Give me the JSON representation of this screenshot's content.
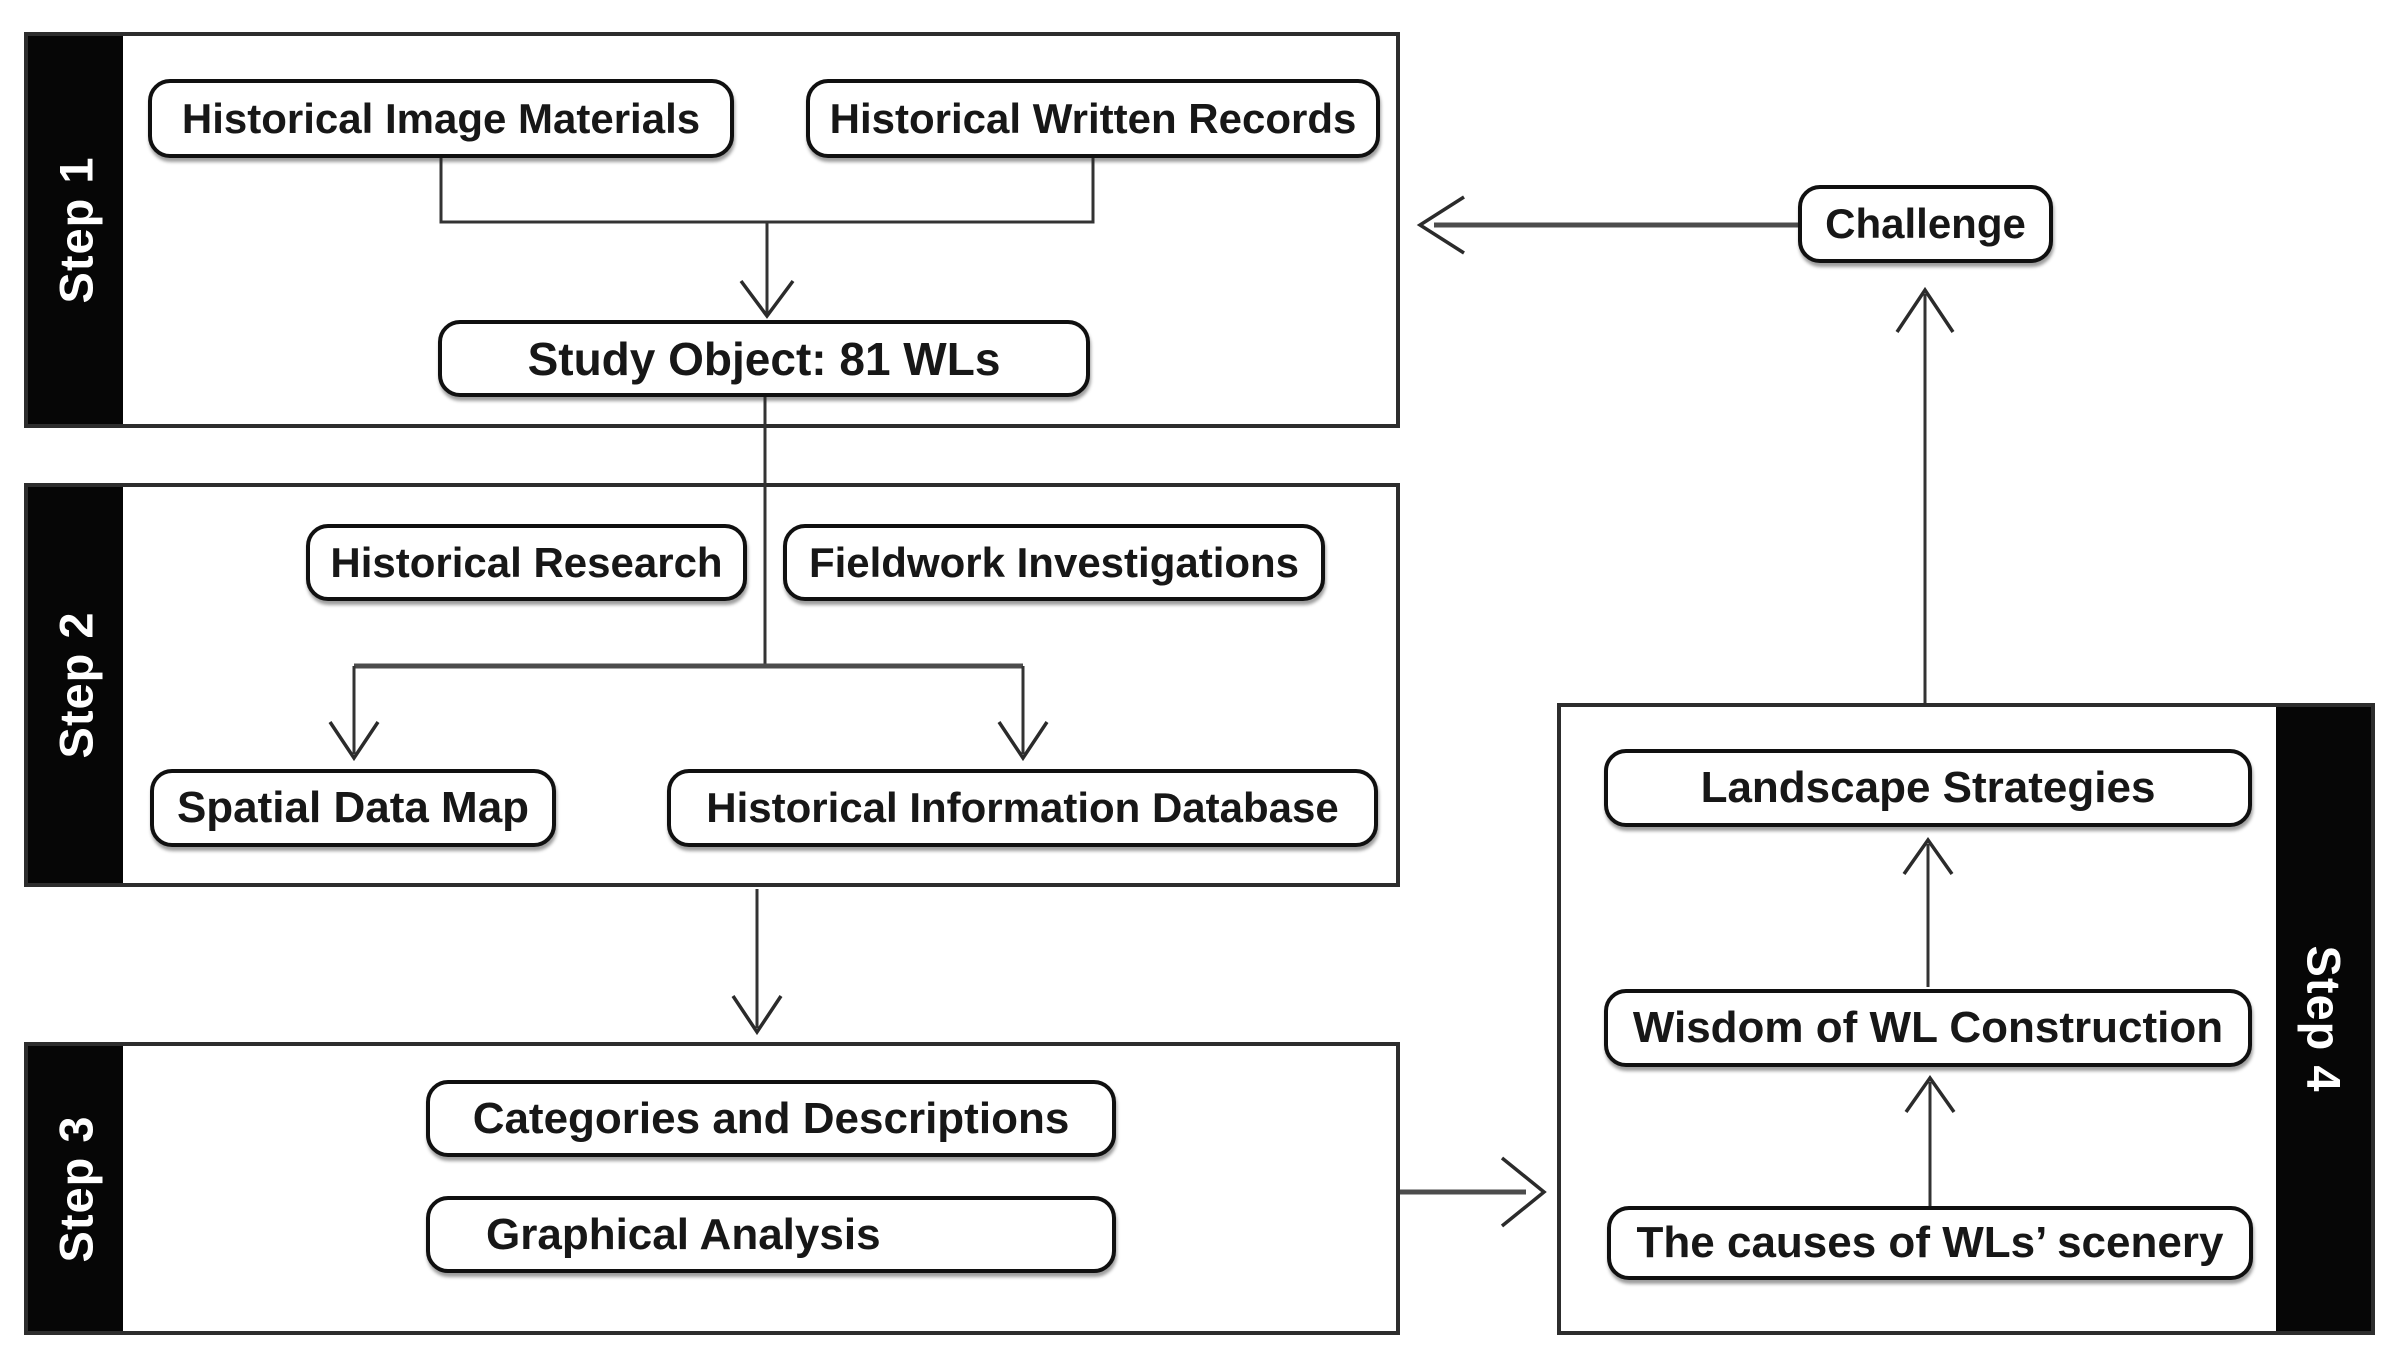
{
  "diagram": {
    "challenge": {
      "label": "Challenge"
    },
    "steps": [
      {
        "label": "Step 1",
        "boxes": [
          {
            "label": "Historical Image Materials"
          },
          {
            "label": "Historical Written Records"
          },
          {
            "label": "Study Object: 81 WLs"
          }
        ]
      },
      {
        "label": "Step 2",
        "boxes": [
          {
            "label": "Historical Research"
          },
          {
            "label": "Fieldwork Investigations"
          },
          {
            "label": "Spatial Data Map"
          },
          {
            "label": "Historical Information Database"
          }
        ]
      },
      {
        "label": "Step 3",
        "boxes": [
          {
            "label": "Categories and Descriptions"
          },
          {
            "label": "Graphical Analysis"
          }
        ]
      },
      {
        "label": "Step 4",
        "boxes": [
          {
            "label": "Landscape Strategies"
          },
          {
            "label": "Wisdom of WL Construction"
          },
          {
            "label": "The causes of WLs’ scenery"
          }
        ]
      }
    ],
    "colors": {
      "bar": "#060606",
      "panel_border": "#2d2d2d",
      "node_border": "#101010",
      "line": "#333333",
      "text": "#171717"
    }
  }
}
